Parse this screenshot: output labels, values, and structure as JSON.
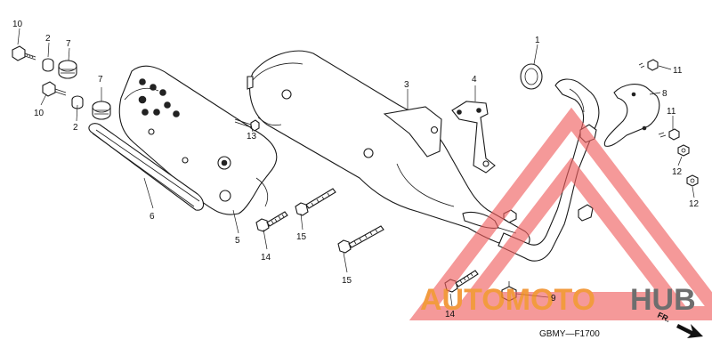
{
  "diagram": {
    "callouts": [
      {
        "id": "c10a",
        "text": "10"
      },
      {
        "id": "c2a",
        "text": "2"
      },
      {
        "id": "c7a",
        "text": "7"
      },
      {
        "id": "c10b",
        "text": "10"
      },
      {
        "id": "c2b",
        "text": "2"
      },
      {
        "id": "c7b",
        "text": "7"
      },
      {
        "id": "c6",
        "text": "6"
      },
      {
        "id": "c5",
        "text": "5"
      },
      {
        "id": "c13",
        "text": "13"
      },
      {
        "id": "c14a",
        "text": "14"
      },
      {
        "id": "c15a",
        "text": "15"
      },
      {
        "id": "c15b",
        "text": "15"
      },
      {
        "id": "c3",
        "text": "3"
      },
      {
        "id": "c4",
        "text": "4"
      },
      {
        "id": "c1",
        "text": "1"
      },
      {
        "id": "c11a",
        "text": "11"
      },
      {
        "id": "c8",
        "text": "8"
      },
      {
        "id": "c11b",
        "text": "11"
      },
      {
        "id": "c12a",
        "text": "12"
      },
      {
        "id": "c12b",
        "text": "12"
      },
      {
        "id": "c9",
        "text": "9"
      },
      {
        "id": "c14b",
        "text": "14"
      }
    ],
    "diagram_code": "GBMY—F1700",
    "direction_label": "FR."
  },
  "watermark": {
    "text_a": "AUTOMOTO",
    "text_b": "HUB",
    "color_a": "#f08a1e",
    "color_b": "#555555",
    "triangle_color": "#f06060"
  }
}
